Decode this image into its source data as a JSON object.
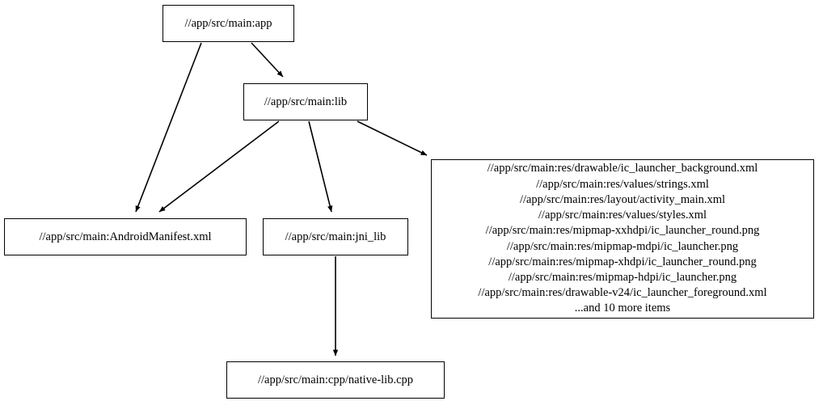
{
  "graph": {
    "type": "directed-acyclic-graph",
    "orientation": "top-to-bottom",
    "background_color": "#ffffff",
    "node_fill_color": "#ffffff",
    "node_border_color": "#000000",
    "edge_color": "#000000",
    "text_color": "#000000",
    "nodes": [
      {
        "id": "app",
        "label": "//app/src/main:app"
      },
      {
        "id": "lib",
        "label": "//app/src/main:lib"
      },
      {
        "id": "manifest",
        "label": "//app/src/main:AndroidManifest.xml"
      },
      {
        "id": "jni_lib",
        "label": "//app/src/main:jni_lib"
      },
      {
        "id": "native_lib",
        "label": "//app/src/main:cpp/native-lib.cpp"
      },
      {
        "id": "resources",
        "label": "//app/src/main:res/drawable/ic_launcher_background.xml\n//app/src/main:res/values/strings.xml\n//app/src/main:res/layout/activity_main.xml\n//app/src/main:res/values/styles.xml\n//app/src/main:res/mipmap-xxhdpi/ic_launcher_round.png\n//app/src/main:res/mipmap-mdpi/ic_launcher.png\n//app/src/main:res/mipmap-xhdpi/ic_launcher_round.png\n//app/src/main:res/mipmap-hdpi/ic_launcher.png\n//app/src/main:res/drawable-v24/ic_launcher_foreground.xml\n...and 10 more items",
        "lines": [
          "//app/src/main:res/drawable/ic_launcher_background.xml",
          "//app/src/main:res/values/strings.xml",
          "//app/src/main:res/layout/activity_main.xml",
          "//app/src/main:res/values/styles.xml",
          "//app/src/main:res/mipmap-xxhdpi/ic_launcher_round.png",
          "//app/src/main:res/mipmap-mdpi/ic_launcher.png",
          "//app/src/main:res/mipmap-xhdpi/ic_launcher_round.png",
          "//app/src/main:res/mipmap-hdpi/ic_launcher.png",
          "//app/src/main:res/drawable-v24/ic_launcher_foreground.xml",
          "...and 10 more items"
        ],
        "overflow_note": "...and 10 more items"
      }
    ],
    "edges": [
      {
        "from": "app",
        "to": "manifest"
      },
      {
        "from": "app",
        "to": "lib"
      },
      {
        "from": "lib",
        "to": "manifest"
      },
      {
        "from": "lib",
        "to": "jni_lib"
      },
      {
        "from": "lib",
        "to": "resources"
      },
      {
        "from": "jni_lib",
        "to": "native_lib"
      }
    ]
  }
}
